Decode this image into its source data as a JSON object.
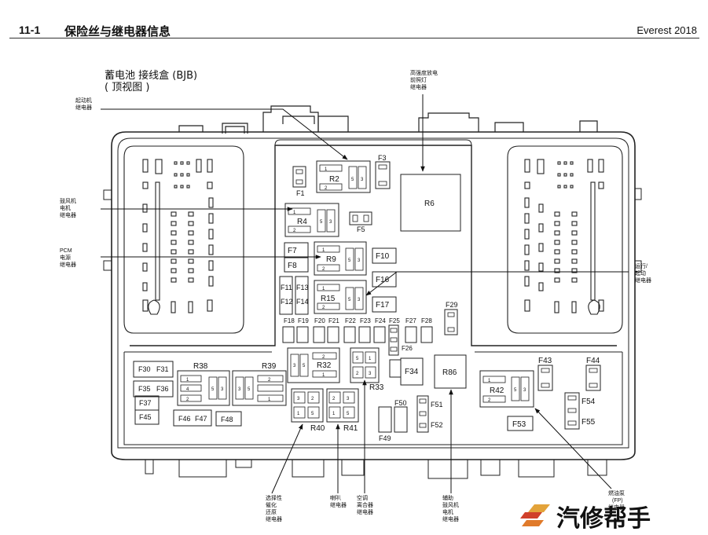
{
  "header": {
    "section_number": "11-1",
    "section_title": "保险丝与继电器信息",
    "model": "Everest 2018"
  },
  "diagram": {
    "box_title_line1": "蓄电池 接线盒 (BJB)",
    "box_title_line2": "( 顶视图 )",
    "watermark": "汽修帮手",
    "callouts": {
      "starter_relay": [
        "起动机",
        "继电器"
      ],
      "hid_headlamp_relay": [
        "高强度放电",
        "前照灯",
        "继电器"
      ],
      "blower_motor_relay": [
        "鼓风机",
        "电机",
        "继电器"
      ],
      "pcm_power_relay": [
        "PCM",
        "电源",
        "继电器"
      ],
      "run_start_relay": [
        "运行/",
        "起动",
        "继电器"
      ],
      "catalyst_relay": [
        "选择性",
        "催化",
        "还原",
        "继电器"
      ],
      "horn_relay": [
        "喇叭",
        "继电器"
      ],
      "ac_clutch_relay": [
        "空调",
        "离合器",
        "继电器"
      ],
      "aux_blower_relay": [
        "辅助",
        "鼓风机",
        "电机",
        "继电器"
      ],
      "fuel_pump_relay": [
        "燃油泵",
        "(FP)",
        "继电器"
      ]
    },
    "relays": {
      "R2": "R2",
      "R4": "R4",
      "R6": "R6",
      "R9": "R9",
      "R15": "R15",
      "R32": "R32",
      "R33": "R33",
      "R38": "R38",
      "R39": "R39",
      "R40": "R40",
      "R41": "R41",
      "R42": "R42",
      "R86": "R86"
    },
    "pin_labels": [
      "1",
      "2",
      "3",
      "4",
      "5"
    ],
    "fuses": {
      "F1": "F1",
      "F3": "F3",
      "F5": "F5",
      "F7": "F7",
      "F8": "F8",
      "F10": "F10",
      "F11": "F11",
      "F12": "F12",
      "F13": "F13",
      "F14": "F14",
      "F16": "F16",
      "F17": "F17",
      "F18": "F18",
      "F19": "F19",
      "F20": "F20",
      "F21": "F21",
      "F22": "F22",
      "F23": "F23",
      "F24": "F24",
      "F25": "F25",
      "F26": "F26",
      "F27": "F27",
      "F28": "F28",
      "F29": "F29",
      "F30": "F30",
      "F31": "F31",
      "F34": "F34",
      "F35": "F35",
      "F36": "F36",
      "F37": "F37",
      "F43": "F43",
      "F44": "F44",
      "F45": "F45",
      "F46": "F46",
      "F47": "F47",
      "F48": "F48",
      "F49": "F49",
      "F50": "F50",
      "F51": "F51",
      "F52": "F52",
      "F53": "F53",
      "F54": "F54",
      "F55": "F55"
    }
  }
}
